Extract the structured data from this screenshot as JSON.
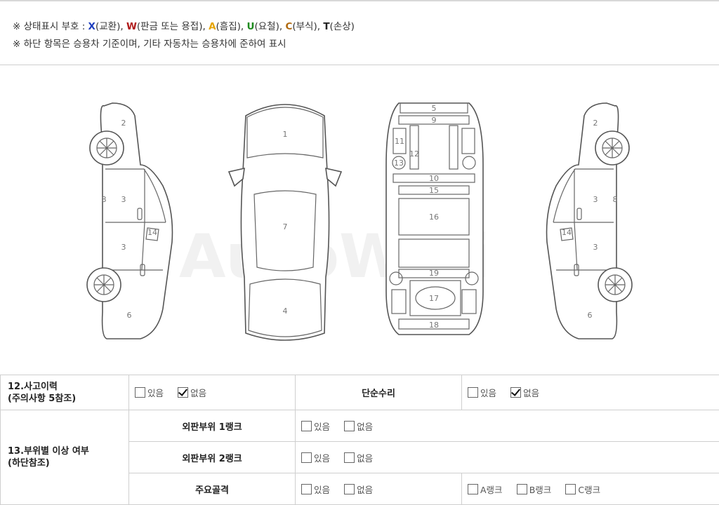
{
  "legend": {
    "line1_prefix": "※ 상태표시 부호 : ",
    "symbols": [
      {
        "code": "X",
        "label": "(교환)",
        "color": "#1f3fbf"
      },
      {
        "code": "W",
        "label": "(판금 또는 용접)",
        "color": "#b01818"
      },
      {
        "code": "A",
        "label": "(흠집)",
        "color": "#e6a400"
      },
      {
        "code": "U",
        "label": "(요철)",
        "color": "#1c8a1c"
      },
      {
        "code": "C",
        "label": "(부식)",
        "color": "#b06a10"
      },
      {
        "code": "T",
        "label": "(손상)",
        "color": "#222222"
      }
    ],
    "line2": "※ 하단 항목은 승용차 기준이며, 기타 자동차는 승용차에 준하여 표시"
  },
  "diagram": {
    "watermark": "AutoWini",
    "left_side_numbers": [
      "2",
      "3",
      "3",
      "8",
      "14",
      "6"
    ],
    "top_numbers": [
      "1",
      "7",
      "4"
    ],
    "bottom_numbers": [
      "5",
      "9",
      "11",
      "12",
      "13",
      "10",
      "15",
      "16",
      "19",
      "17",
      "18"
    ],
    "right_side_numbers": [
      "2",
      "3",
      "3",
      "8",
      "14",
      "6"
    ]
  },
  "table": {
    "accident": {
      "label_line1": "12.사고이력",
      "label_line2": "(주의사항 5참조)",
      "yes": "있음",
      "no": "없음",
      "no_checked": true
    },
    "simple_repair": {
      "label": "단순수리",
      "yes": "있음",
      "no": "없음",
      "no_checked": true
    },
    "section13": {
      "label_line1": "13.부위별 이상 여부",
      "label_line2": "(하단참조)",
      "rows": [
        {
          "label": "외판부위 1랭크",
          "yes": "있음",
          "no": "없음"
        },
        {
          "label": "외판부위 2랭크",
          "yes": "있음",
          "no": "없음"
        },
        {
          "label": "주요골격",
          "yes": "있음",
          "no": "없음",
          "ranks": [
            "A랭크",
            "B랭크",
            "C랭크"
          ]
        }
      ]
    }
  }
}
